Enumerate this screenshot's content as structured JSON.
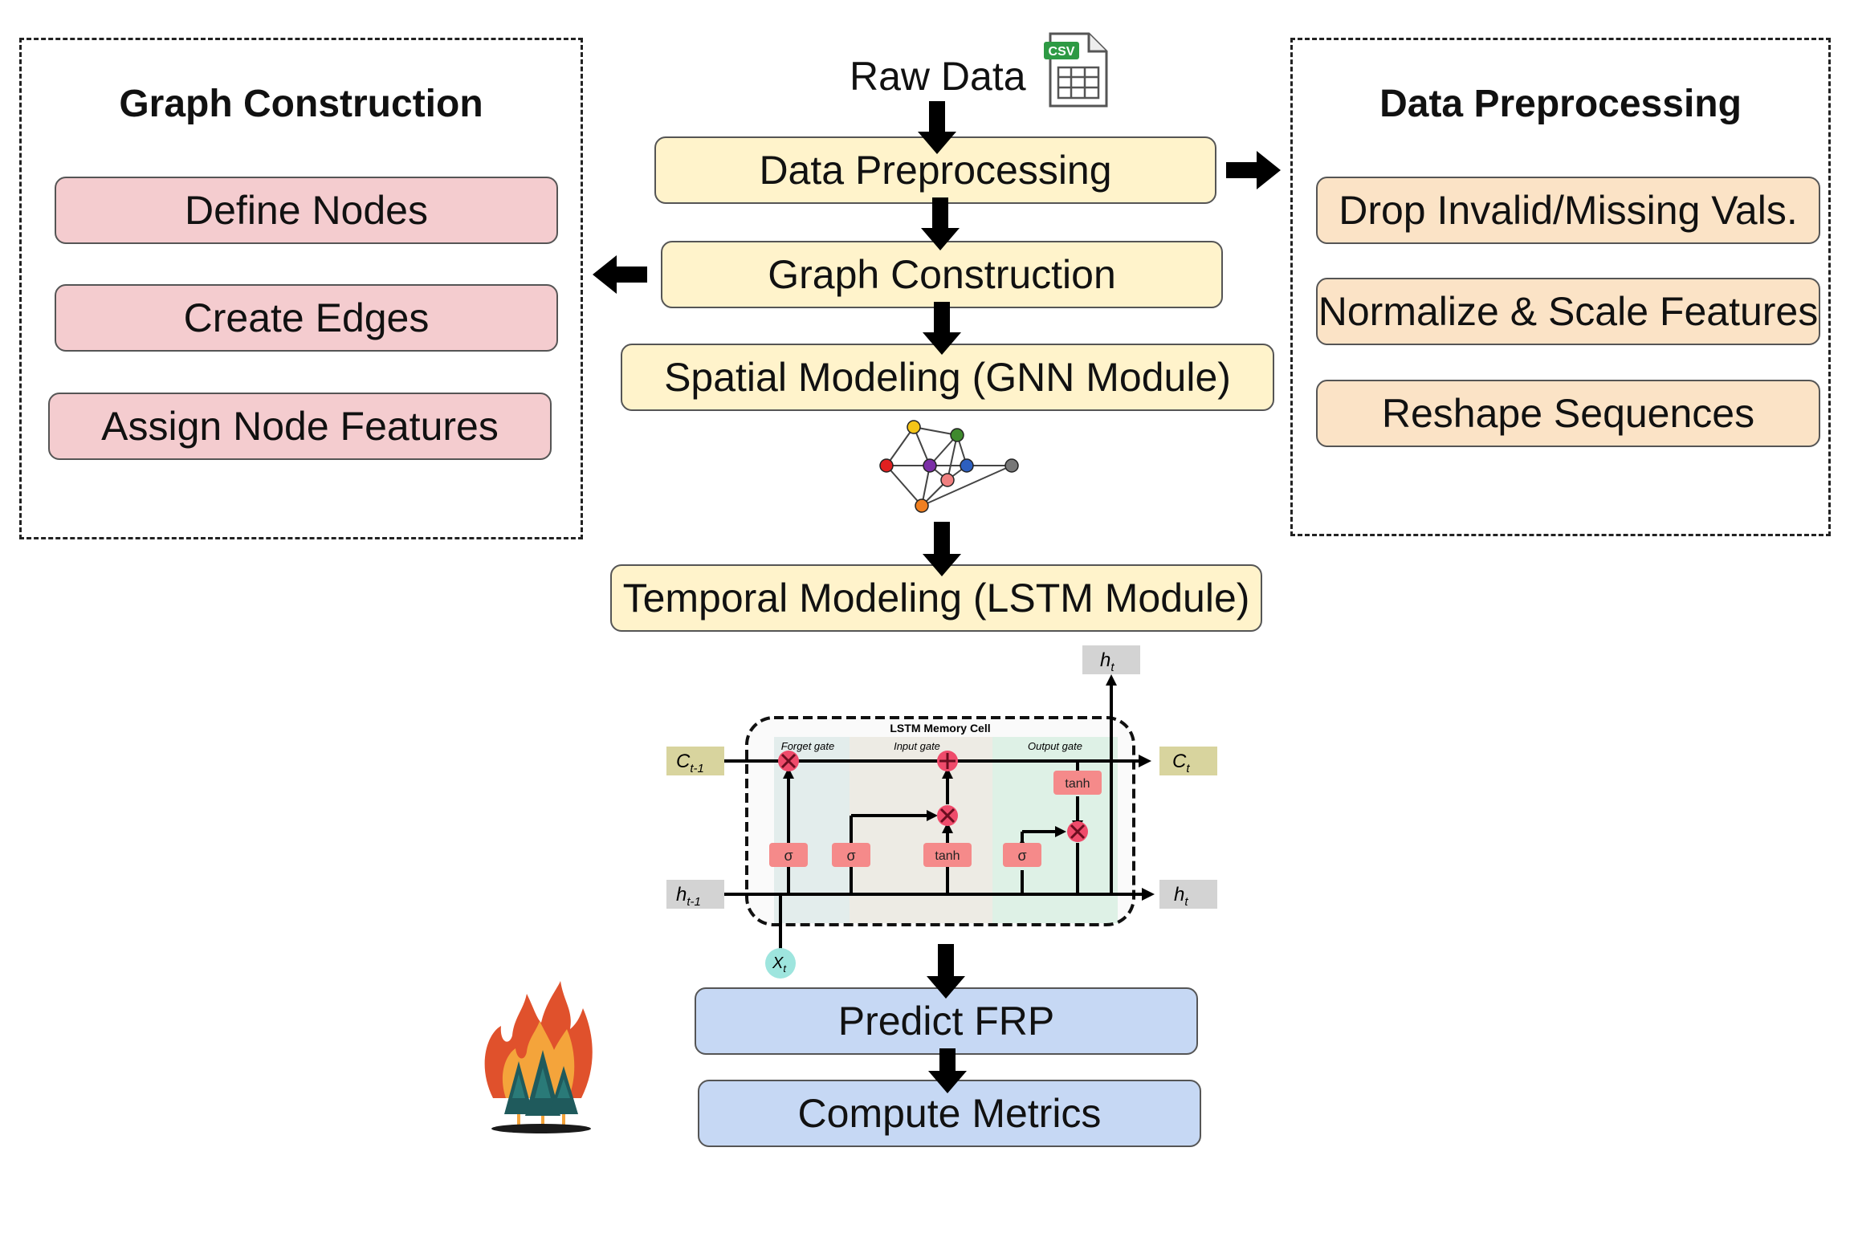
{
  "raw_data_label": "Raw Data",
  "csv_badge": "CSV",
  "left_panel": {
    "title": "Graph Construction",
    "items": [
      "Define Nodes",
      "Create Edges",
      "Assign Node Features"
    ]
  },
  "right_panel": {
    "title": "Data Preprocessing",
    "items": [
      "Drop Invalid/Missing Vals.",
      "Normalize & Scale Features",
      "Reshape Sequences"
    ]
  },
  "pipeline": {
    "data_preprocessing": "Data Preprocessing",
    "graph_construction": "Graph Construction",
    "spatial_modeling": "Spatial Modeling (GNN Module)",
    "temporal_modeling": "Temporal Modeling (LSTM Module)",
    "predict": "Predict FRP",
    "metrics": "Compute Metrics"
  },
  "lstm": {
    "title": "LSTM Memory Cell",
    "forget_gate": "Forget gate",
    "input_gate": "Input gate",
    "output_gate": "Output gate",
    "c_prev": "C",
    "c_prev_sub": "t-1",
    "c_next": "C",
    "c_next_sub": "t",
    "h_prev": "h",
    "h_prev_sub": "t-1",
    "h_out": "h",
    "h_out_sub": "t",
    "h_top": "h",
    "h_top_sub": "t",
    "x_in": "X",
    "x_in_sub": "t",
    "sigma": "σ",
    "tanh": "tanh"
  },
  "colors": {
    "pink": "#f4cccf",
    "peach": "#fbe3c6",
    "cream": "#fff3cb",
    "blue": "#c6d8f4"
  }
}
